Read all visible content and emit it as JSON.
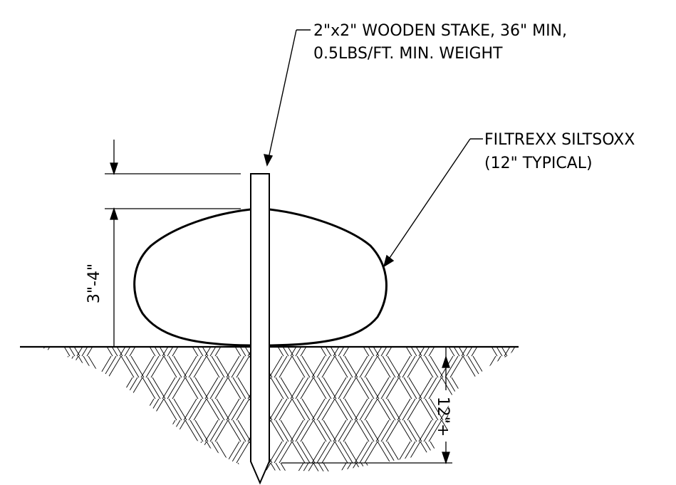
{
  "callouts": {
    "stake_line1": "2\"x2\" WOODEN STAKE, 36\" MIN,",
    "stake_line2": "0.5LBS/FT. MIN. WEIGHT",
    "sock_line1": "FILTREXX SILTSOXX",
    "sock_line2": "(12\" TYPICAL)"
  },
  "dimensions": {
    "sock_height": "3\"-4\"",
    "embed_depth": "12\"+"
  }
}
